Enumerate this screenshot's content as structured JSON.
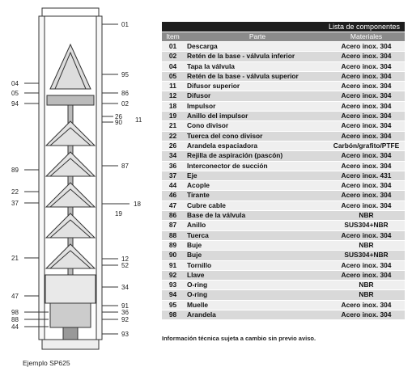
{
  "table": {
    "title": "Lista de componentes",
    "headers": [
      "Item",
      "Parte",
      "Materiales"
    ],
    "rows": [
      {
        "item": "01",
        "part": "Descarga",
        "material": "Acero inox. 304"
      },
      {
        "item": "02",
        "part": "Retén de la base - válvula inferior",
        "material": "Acero inox. 304"
      },
      {
        "item": "04",
        "part": "Tapa la válvula",
        "material": "Acero inox. 304"
      },
      {
        "item": "05",
        "part": "Retén de la base - válvula superior",
        "material": "Acero inox. 304"
      },
      {
        "item": "11",
        "part": "Difusor superior",
        "material": "Acero inox. 304"
      },
      {
        "item": "12",
        "part": "Difusor",
        "material": "Acero inox. 304"
      },
      {
        "item": "18",
        "part": "Impulsor",
        "material": "Acero inox. 304"
      },
      {
        "item": "19",
        "part": "Anillo del impulsor",
        "material": "Acero inox. 304"
      },
      {
        "item": "21",
        "part": "Cono divisor",
        "material": "Acero inox. 304"
      },
      {
        "item": "22",
        "part": "Tuerca del cono divisor",
        "material": "Acero inox. 304"
      },
      {
        "item": "26",
        "part": "Arandela espaciadora",
        "material": "Carbón/grafito/PTFE"
      },
      {
        "item": "34",
        "part": "Rejilla de aspiración (pascón)",
        "material": "Acero inox. 304"
      },
      {
        "item": "36",
        "part": "Interconector de succión",
        "material": "Acero inox. 304"
      },
      {
        "item": "37",
        "part": "Eje",
        "material": "Acero inox. 431"
      },
      {
        "item": "44",
        "part": "Acople",
        "material": "Acero inox. 304"
      },
      {
        "item": "46",
        "part": "Tirante",
        "material": "Acero inox. 304"
      },
      {
        "item": "47",
        "part": "Cubre cable",
        "material": "Acero inox. 304"
      },
      {
        "item": "86",
        "part": "Base de la válvula",
        "material": "NBR"
      },
      {
        "item": "87",
        "part": "Anillo",
        "material": "SUS304+NBR"
      },
      {
        "item": "88",
        "part": "Tuerca",
        "material": "Acero inox. 304"
      },
      {
        "item": "89",
        "part": "Buje",
        "material": "NBR"
      },
      {
        "item": "90",
        "part": "Buje",
        "material": "SUS304+NBR"
      },
      {
        "item": "91",
        "part": "Tornillo",
        "material": "Acero inox. 304"
      },
      {
        "item": "92",
        "part": "Llave",
        "material": "Acero inox. 304"
      },
      {
        "item": "93",
        "part": "O-ring",
        "material": "NBR"
      },
      {
        "item": "94",
        "part": "O-ring",
        "material": "NBR"
      },
      {
        "item": "95",
        "part": "Muelle",
        "material": "Acero inox. 304"
      },
      {
        "item": "98",
        "part": "Arandela",
        "material": "Acero inox. 304"
      }
    ],
    "note": "Información técnica sujeta a cambio sin previo aviso."
  },
  "figure": {
    "caption": "Ejemplo SP625",
    "callouts_left": [
      "04",
      "05",
      "94",
      "89",
      "22",
      "37",
      "21",
      "47",
      "98",
      "88",
      "44"
    ],
    "callouts_right": [
      "01",
      "95",
      "86",
      "02",
      "26",
      "90",
      "11",
      "87",
      "18",
      "19",
      "12",
      "52",
      "34",
      "91",
      "36",
      "92",
      "93"
    ]
  },
  "colors": {
    "title_bg": "#1e1e1e",
    "header_bg": "#8b8b8b",
    "row_light": "#efefef",
    "row_dark": "#d9d9d9"
  }
}
